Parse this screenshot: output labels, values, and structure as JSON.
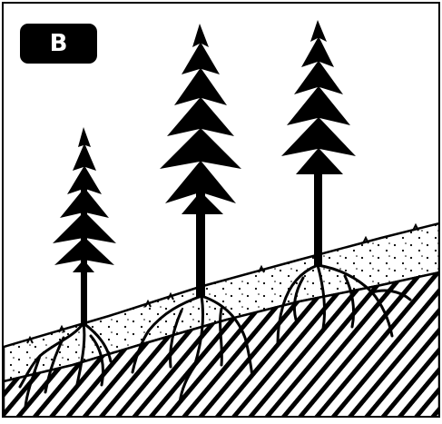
{
  "panel": {
    "label": "B"
  },
  "figure": {
    "trees": [
      {
        "name": "small-tree"
      },
      {
        "name": "tall-tree"
      },
      {
        "name": "right-tree"
      }
    ],
    "layers": [
      "topsoil",
      "bedrock"
    ],
    "colors": {
      "ink": "#000000",
      "paper": "#ffffff"
    }
  }
}
